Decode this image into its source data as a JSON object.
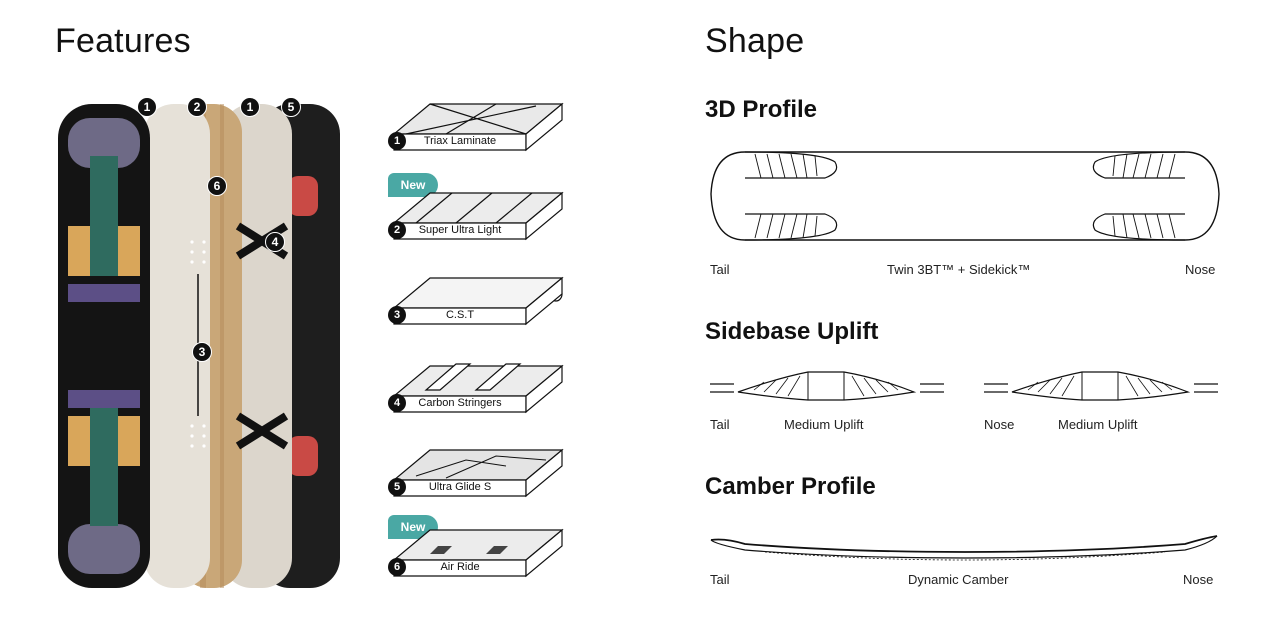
{
  "features": {
    "title": "Features",
    "markers": {
      "m1a": "1",
      "m2": "2",
      "m1b": "1",
      "m5": "5",
      "m6": "6",
      "m4": "4",
      "m3": "3"
    },
    "items": [
      {
        "num": "1",
        "label": "Triax Laminate",
        "new": ""
      },
      {
        "num": "2",
        "label": "Super Ultra Light",
        "new": "New"
      },
      {
        "num": "3",
        "label": "C.S.T",
        "new": ""
      },
      {
        "num": "4",
        "label": "Carbon Stringers",
        "new": ""
      },
      {
        "num": "5",
        "label": "Ultra Glide S",
        "new": ""
      },
      {
        "num": "6",
        "label": "Air Ride",
        "new": "New"
      }
    ]
  },
  "shape": {
    "title": "Shape",
    "profile3d": {
      "title": "3D Profile",
      "left": "Tail",
      "center": "Twin 3BT™ + Sidekick™",
      "right": "Nose"
    },
    "sidebase": {
      "title": "Sidebase Uplift",
      "left_a": "Tail",
      "center_a": "Medium Uplift",
      "left_b": "Nose",
      "center_b": "Medium Uplift"
    },
    "camber": {
      "title": "Camber Profile",
      "left": "Tail",
      "center": "Dynamic Camber",
      "right": "Nose"
    }
  },
  "colors": {
    "badge": "#4aa8a4",
    "accent_red": "#c94a45"
  }
}
